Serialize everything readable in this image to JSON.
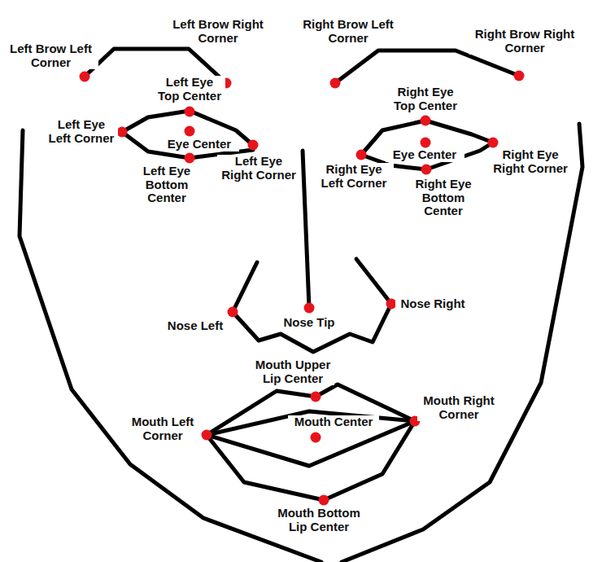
{
  "diagram": {
    "labels": [
      "Left Brow Left Corner",
      "Left Brow Right Corner",
      "Right Brow Left Corner",
      "Right Brow Right Corner",
      "Left Eye Top Center",
      "Left Eye Left Corner",
      "Eye Center",
      "Left Eye Right Corner",
      "Left Eye Bottom Center",
      "Right Eye Top Center",
      "Right Eye Left Corner",
      "Eye Center",
      "Right Eye Right Corner",
      "Right Eye Bottom Center",
      "Nose Left",
      "Nose Tip",
      "Nose Right",
      "Mouth Upper Lip Center",
      "Mouth Left Corner",
      "Mouth Center",
      "Mouth Right Corner",
      "Mouth Bottom Lip Center"
    ]
  }
}
